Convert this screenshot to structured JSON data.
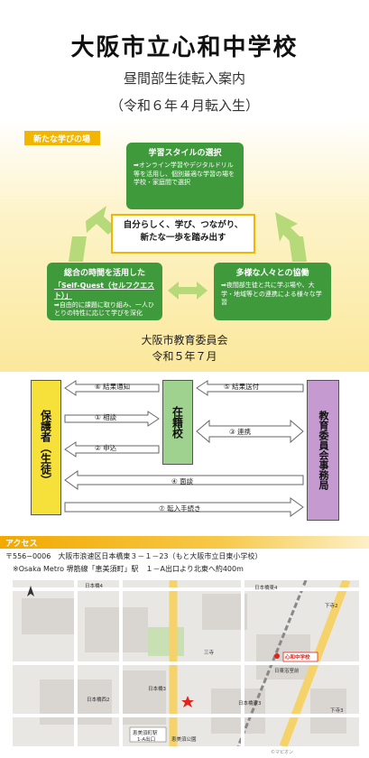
{
  "header": {
    "title": "大阪市立心和中学校",
    "subtitle": "昼間部生徒転入案内",
    "date": "（令和６年４月転入生）"
  },
  "features": {
    "tag": "新たな学びの場",
    "top": {
      "heading": "学習スタイルの選択",
      "body": "➡オンライン学習やデジタルドリル等を活用し、個別最適な学習の場を学校・家庭間で選択"
    },
    "center": {
      "line1": "自分らしく、学び、つながり、",
      "line2": "新たな一歩を踏み出す"
    },
    "left": {
      "heading": "総合の時間を活用した",
      "sub": "「Self-Quest（セルフクエスト）」",
      "body": "➡自由的に課題に取り組み、一人ひとりの特性に応じて学びを深化"
    },
    "right": {
      "heading": "多様な人々との協働",
      "body": "➡夜間部生徒と共に学ぶ場や、大学・地域等との連携による様々な学習"
    },
    "issuer": "大阪市教育委員会",
    "issue_date": "令和５年７月"
  },
  "flow": {
    "parent": "保護者（生徒）",
    "school": "在籍校",
    "board": "教育委員会事務局",
    "steps": {
      "s1": "① 相談",
      "s2": "② 申込",
      "s3": "③ 連携",
      "s4": "④ 面談",
      "s5": "⑤ 結果送付",
      "s6": "⑥ 結果通知",
      "s7": "⑦ 転入手続き"
    }
  },
  "access": {
    "label": "アクセス",
    "address": "〒556−0006　大阪市浪速区日本橋東３－１－23（もと大阪市立日東小学校）",
    "station": "※Osaka Metro 堺筋線「恵美須町」駅　１－A出口より北東へ約400m"
  },
  "map": {
    "labels": {
      "nipponbashi4": "日本橋4",
      "nipponbashi_higashi4": "日本橋東4",
      "nipponbashi_higashi3": "日本橋東3",
      "nipponbashi3": "日本橋3",
      "nipponbashi_nishi": "日本橋西2",
      "shimodera": "下寺2",
      "shimodera_b": "下寺3",
      "sanwa": "三寺",
      "school": "心和中学校",
      "ebisucho": "恵美須町駅",
      "ebisucho_exit": "1-A出口",
      "nittohigashi": "日東浴室前",
      "ebisu_park": "恵美須公園"
    },
    "credit": "©マピオン"
  },
  "colors": {
    "green": "#3f9a3c",
    "yellow": "#f2b600",
    "parent": "#f6e03a",
    "school": "#9fd28f",
    "board": "#c49ad1"
  }
}
